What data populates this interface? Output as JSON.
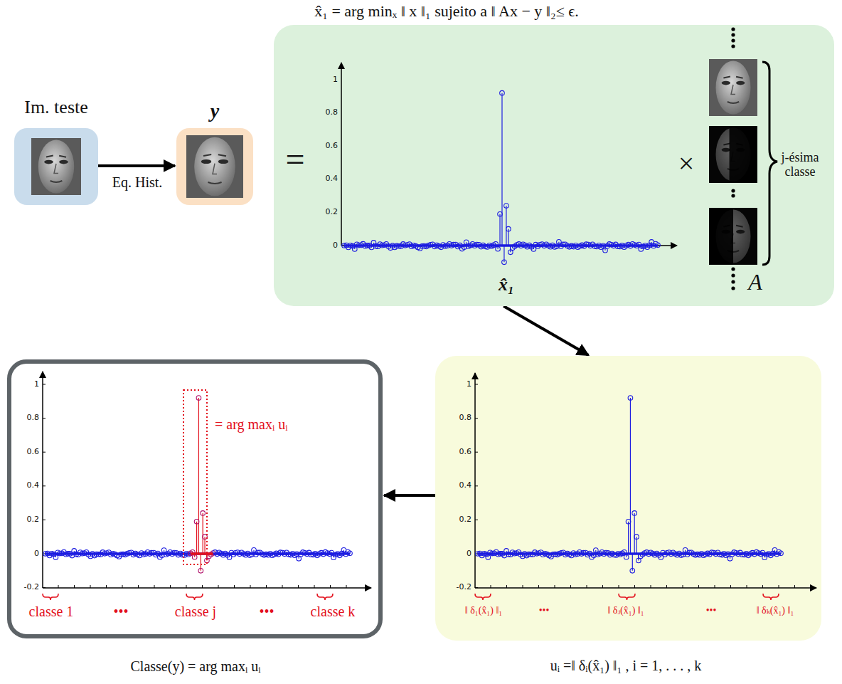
{
  "diagram": {
    "nodes": [
      {
        "text": [
          "Im. teste"
        ]
      },
      {
        "text": [
          "y"
        ]
      },
      {
        "text": [
          "x̂₁ = arg minₓ ‖ x ‖₁ sujeito a ‖ Ax − y ‖₂≤ ϵ.",
          "x̂₁"
        ]
      },
      {
        "text": [
          "uᵢ =‖ δᵢ(x̂₁) ‖₁ , i = 1, . . . , k"
        ]
      },
      {
        "text": [
          "Classe(y) = arg maxᵢ uᵢ"
        ]
      }
    ],
    "edges": [
      {
        "from": 0,
        "to": 1,
        "arrow": "to",
        "label": "Eq. Hist."
      },
      {
        "from": 2,
        "to": 3,
        "arrow": "to"
      },
      {
        "from": 3,
        "to": 4,
        "arrow": "to"
      }
    ],
    "labels": [
      "=",
      "×",
      "j-ésima classe",
      "A",
      "1",
      "0.8",
      "0.6",
      "0.4",
      "0.2",
      "0",
      "1",
      "0.8",
      "0.6",
      "0.4",
      "0.2",
      "0",
      "-0.2",
      "‖ δ₁(x̂₁) ‖₁",
      "•••",
      "‖ δⱼ(x̂₁) ‖₁",
      "•••",
      "‖ δₖ(x̂₁) ‖₁",
      "1",
      "0.8",
      "0.6",
      "0.4",
      "0.2",
      "0",
      "-0.2",
      "= arg maxᵢ uᵢ",
      "classe 1",
      "•••",
      "classe j",
      "•••",
      "classe k"
    ]
  }
}
